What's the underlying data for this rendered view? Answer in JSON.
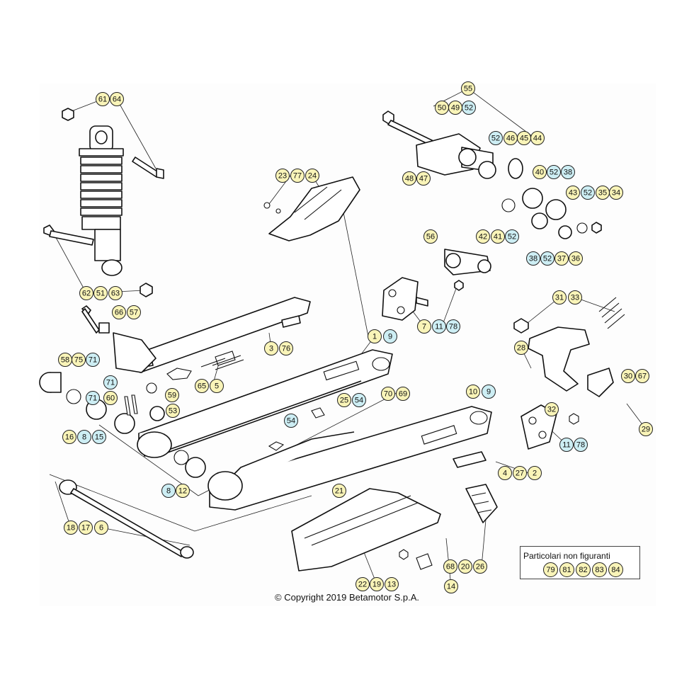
{
  "colors": {
    "standard_callout": "#f9f4b8",
    "alt_callout": "#cdeef4",
    "line": "#111111"
  },
  "callouts": [
    {
      "n": "61",
      "c": "y"
    },
    {
      "n": "64",
      "c": "y"
    },
    {
      "n": "55",
      "c": "y"
    },
    {
      "n": "50",
      "c": "y"
    },
    {
      "n": "49",
      "c": "y"
    },
    {
      "n": "52",
      "c": "b"
    },
    {
      "n": "52",
      "c": "b"
    },
    {
      "n": "46",
      "c": "y"
    },
    {
      "n": "45",
      "c": "y"
    },
    {
      "n": "44",
      "c": "y"
    },
    {
      "n": "48",
      "c": "y"
    },
    {
      "n": "47",
      "c": "y"
    },
    {
      "n": "23",
      "c": "y"
    },
    {
      "n": "77",
      "c": "y"
    },
    {
      "n": "24",
      "c": "y"
    },
    {
      "n": "40",
      "c": "y"
    },
    {
      "n": "52",
      "c": "b"
    },
    {
      "n": "38",
      "c": "b"
    },
    {
      "n": "43",
      "c": "y"
    },
    {
      "n": "52",
      "c": "b"
    },
    {
      "n": "35",
      "c": "y"
    },
    {
      "n": "34",
      "c": "y"
    },
    {
      "n": "42",
      "c": "y"
    },
    {
      "n": "41",
      "c": "y"
    },
    {
      "n": "52",
      "c": "b"
    },
    {
      "n": "56",
      "c": "y"
    },
    {
      "n": "38",
      "c": "b"
    },
    {
      "n": "52",
      "c": "b"
    },
    {
      "n": "37",
      "c": "y"
    },
    {
      "n": "36",
      "c": "y"
    },
    {
      "n": "62",
      "c": "y"
    },
    {
      "n": "51",
      "c": "y"
    },
    {
      "n": "63",
      "c": "y"
    },
    {
      "n": "66",
      "c": "y"
    },
    {
      "n": "57",
      "c": "y"
    },
    {
      "n": "7",
      "c": "y"
    },
    {
      "n": "11",
      "c": "b"
    },
    {
      "n": "78",
      "c": "b"
    },
    {
      "n": "31",
      "c": "y"
    },
    {
      "n": "33",
      "c": "y"
    },
    {
      "n": "58",
      "c": "y"
    },
    {
      "n": "75",
      "c": "y"
    },
    {
      "n": "71",
      "c": "b"
    },
    {
      "n": "3",
      "c": "y"
    },
    {
      "n": "76",
      "c": "y"
    },
    {
      "n": "1",
      "c": "y"
    },
    {
      "n": "9",
      "c": "b"
    },
    {
      "n": "28",
      "c": "y"
    },
    {
      "n": "71",
      "c": "b"
    },
    {
      "n": "65",
      "c": "y"
    },
    {
      "n": "5",
      "c": "y"
    },
    {
      "n": "60",
      "c": "y"
    },
    {
      "n": "59",
      "c": "y"
    },
    {
      "n": "71",
      "c": "b"
    },
    {
      "n": "30",
      "c": "y"
    },
    {
      "n": "67",
      "c": "y"
    },
    {
      "n": "70",
      "c": "y"
    },
    {
      "n": "69",
      "c": "y"
    },
    {
      "n": "10",
      "c": "y"
    },
    {
      "n": "9",
      "c": "b"
    },
    {
      "n": "25",
      "c": "y"
    },
    {
      "n": "54",
      "c": "b"
    },
    {
      "n": "53",
      "c": "y"
    },
    {
      "n": "32",
      "c": "y"
    },
    {
      "n": "29",
      "c": "y"
    },
    {
      "n": "54",
      "c": "b"
    },
    {
      "n": "16",
      "c": "y"
    },
    {
      "n": "8",
      "c": "b"
    },
    {
      "n": "15",
      "c": "b"
    },
    {
      "n": "11",
      "c": "b"
    },
    {
      "n": "78",
      "c": "b"
    },
    {
      "n": "4",
      "c": "y"
    },
    {
      "n": "27",
      "c": "y"
    },
    {
      "n": "2",
      "c": "y"
    },
    {
      "n": "8",
      "c": "b"
    },
    {
      "n": "12",
      "c": "y"
    },
    {
      "n": "21",
      "c": "y"
    },
    {
      "n": "18",
      "c": "y"
    },
    {
      "n": "17",
      "c": "y"
    },
    {
      "n": "6",
      "c": "y"
    },
    {
      "n": "68",
      "c": "y"
    },
    {
      "n": "20",
      "c": "y"
    },
    {
      "n": "26",
      "c": "y"
    },
    {
      "n": "22",
      "c": "y"
    },
    {
      "n": "19",
      "c": "y"
    },
    {
      "n": "13",
      "c": "y"
    },
    {
      "n": "14",
      "c": "y"
    }
  ],
  "legend": {
    "title": "Particolari non figuranti",
    "items": [
      "79",
      "81",
      "82",
      "83",
      "84"
    ]
  },
  "copyright": "© Copyright 2019 Betamotor S.p.A."
}
